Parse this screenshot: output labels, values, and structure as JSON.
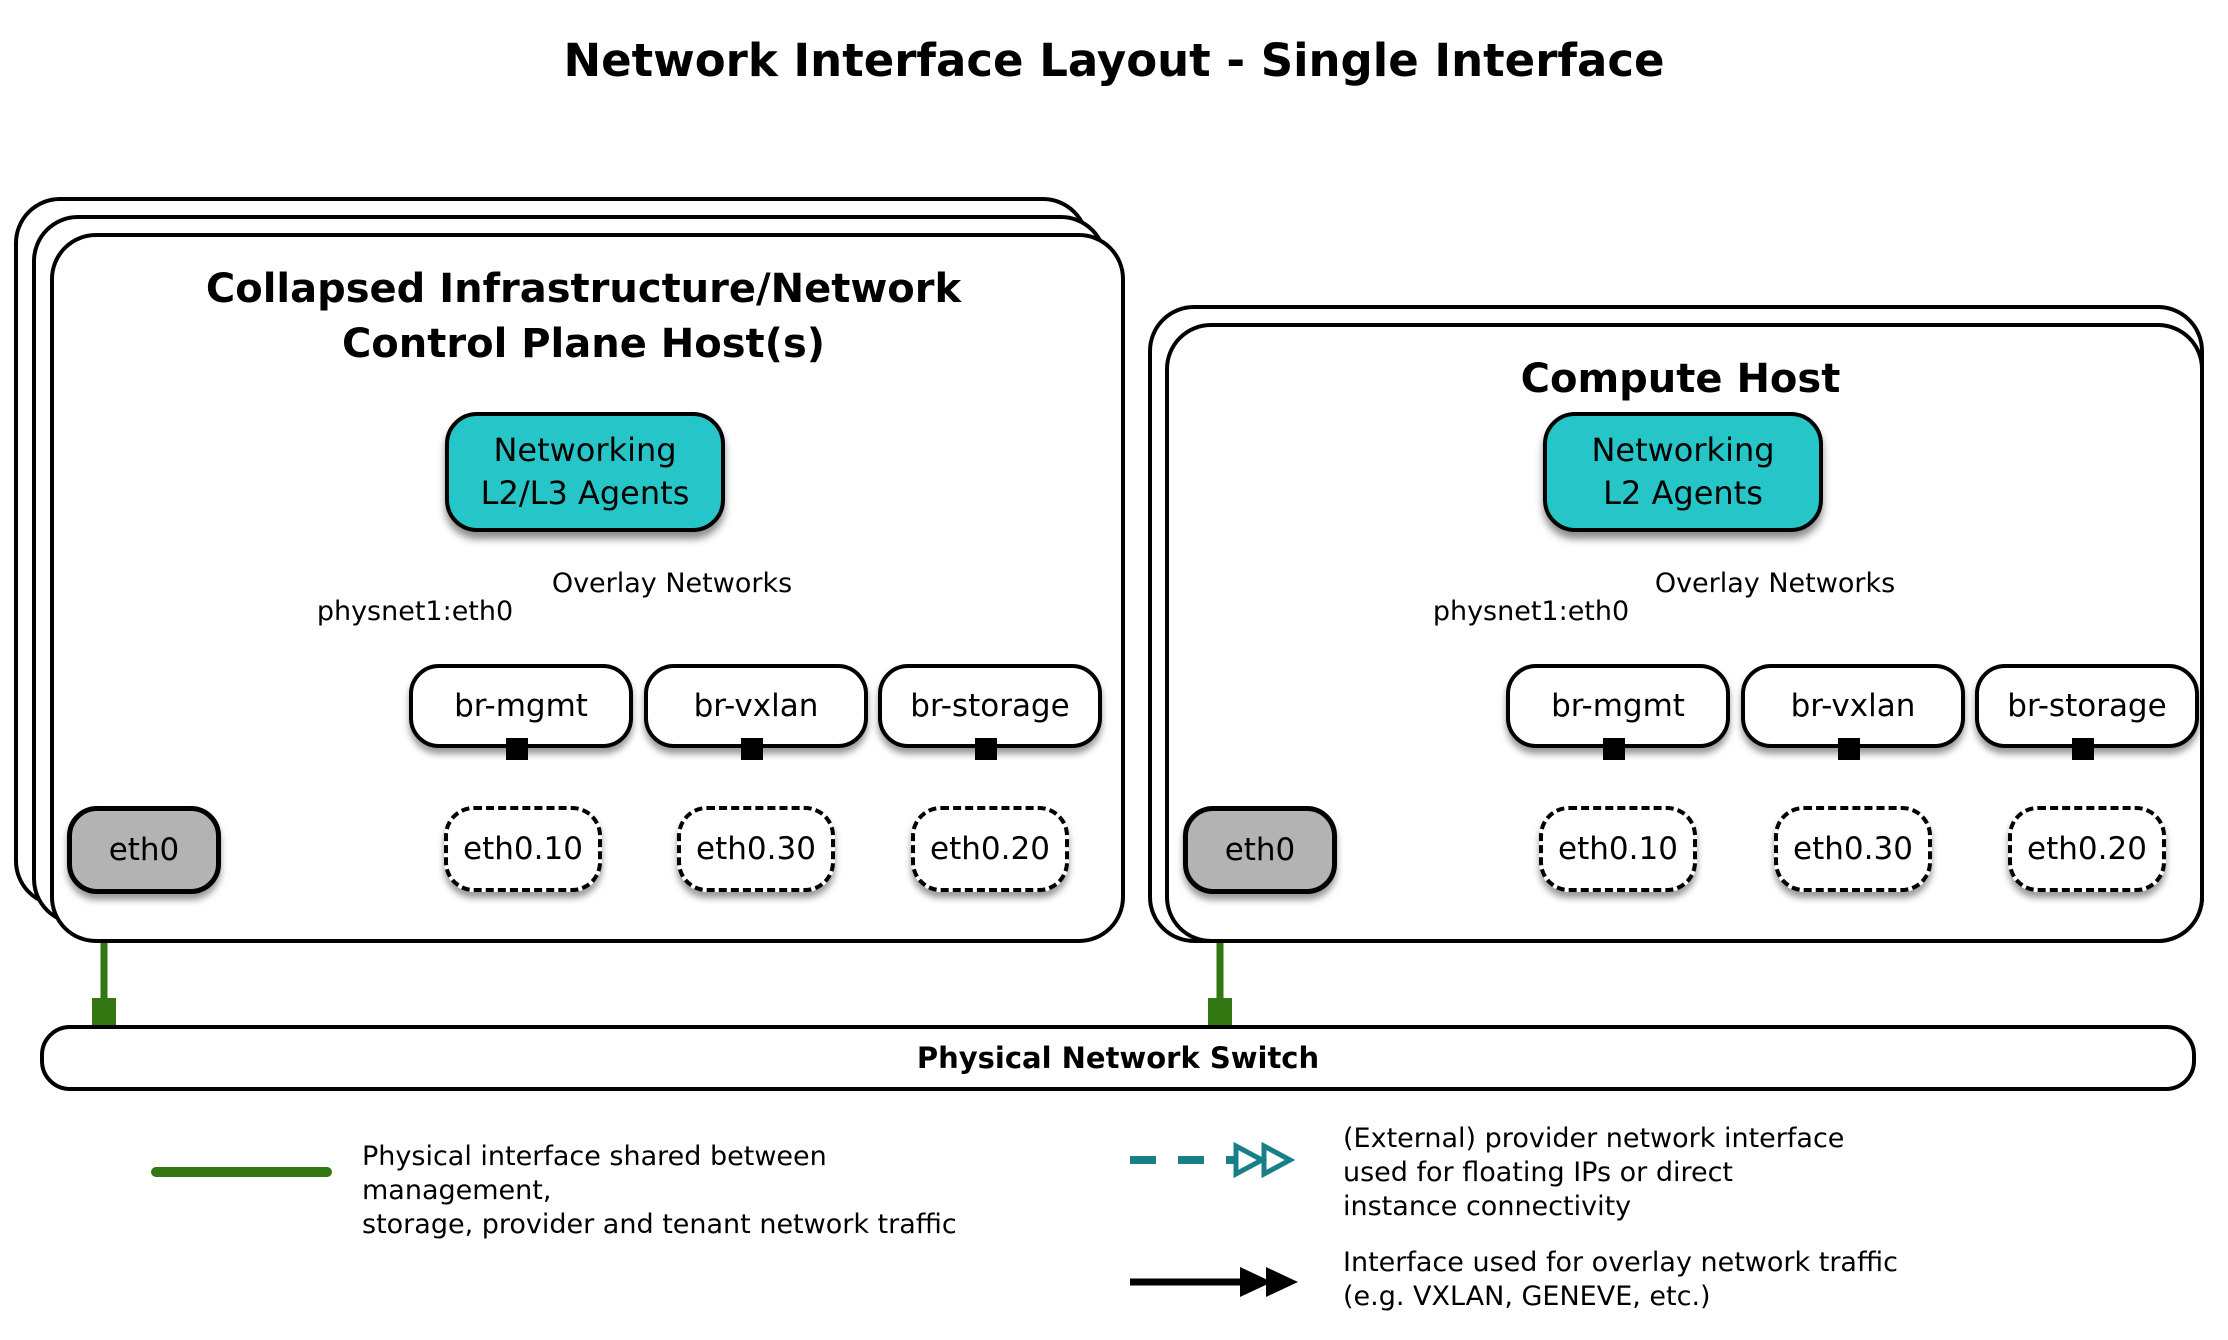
{
  "title": "Network Interface Layout - Single Interface",
  "colors": {
    "teal_fill": "#26c5c7",
    "teal_stroke": "#178086",
    "green": "#327712",
    "gray_fill": "#b3b3b3",
    "black": "#000000"
  },
  "hosts": [
    {
      "title_line1": "Collapsed Infrastructure/Network",
      "title_line2": "Control Plane Host(s)",
      "agent_line1": "Networking",
      "agent_line2": "L2/L3 Agents",
      "physnet_label": "physnet1:eth0",
      "overlay_label": "Overlay Networks",
      "bridges": [
        "br-mgmt",
        "br-vxlan",
        "br-storage"
      ],
      "vlans": [
        "eth0.10",
        "eth0.30",
        "eth0.20"
      ],
      "phys_if": "eth0"
    },
    {
      "title_line1": "Compute Host",
      "agent_line1": "Networking",
      "agent_line2": "L2 Agents",
      "physnet_label": "physnet1:eth0",
      "overlay_label": "Overlay Networks",
      "bridges": [
        "br-mgmt",
        "br-vxlan",
        "br-storage"
      ],
      "vlans": [
        "eth0.10",
        "eth0.30",
        "eth0.20"
      ],
      "phys_if": "eth0"
    }
  ],
  "switch_label": "Physical Network Switch",
  "legend": {
    "physical": {
      "line1": "Physical interface shared between management,",
      "line2": "storage, provider and tenant network traffic"
    },
    "provider": {
      "line1": "(External) provider network interface",
      "line2": "used for floating IPs or direct",
      "line3": "instance connectivity"
    },
    "overlay": {
      "line1": "Interface used for overlay network traffic",
      "line2": "(e.g. VXLAN, GENEVE, etc.)"
    }
  }
}
